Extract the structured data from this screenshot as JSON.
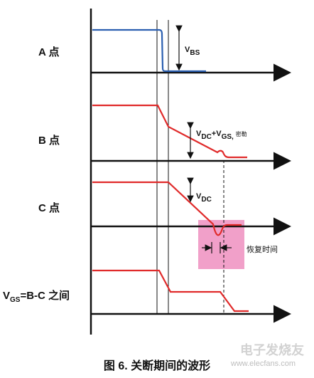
{
  "labels": {
    "a": "A 点",
    "b": "B 点",
    "c": "C 点",
    "vgs_main": "V",
    "vgs_sub": "GS",
    "vgs_rest": "=B-C 之间"
  },
  "annotations": {
    "vbs_main": "V",
    "vbs_sub": "BS",
    "vdc_vgs_v1": "V",
    "vdc_vgs_s1": "DC",
    "vdc_vgs_plus": "+V",
    "vdc_vgs_s2": "GS, ",
    "vdc_vgs_s3": "密勒",
    "vdc_main": "V",
    "vdc_sub": "DC",
    "recovery": "恢复时间"
  },
  "caption": "图 6. 关断期间的波形",
  "watermark": {
    "line1": "电子发烧友",
    "line2": "www.elecfans.com"
  },
  "colors": {
    "axis": "#111111",
    "blue_trace": "#2b5fb0",
    "red_trace": "#e02a2a",
    "highlight": "#ee8fbf"
  }
}
